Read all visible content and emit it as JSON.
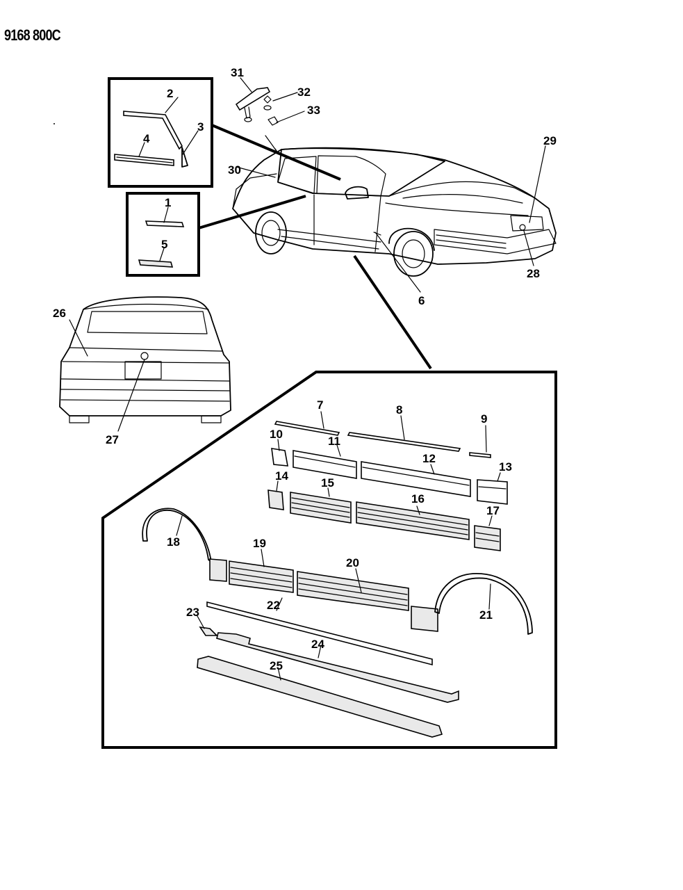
{
  "drawing": {
    "number": "9168 800C"
  },
  "callouts": {
    "1": "1",
    "2": "2",
    "3": "3",
    "4": "4",
    "5": "5",
    "6": "6",
    "7": "7",
    "8": "8",
    "9": "9",
    "10": "10",
    "11": "11",
    "12": "12",
    "13": "13",
    "14": "14",
    "15": "15",
    "16": "16",
    "17": "17",
    "18": "18",
    "19": "19",
    "20": "20",
    "21": "21",
    "22": "22",
    "23": "23",
    "24": "24",
    "25": "25",
    "26": "26",
    "27": "27",
    "28": "28",
    "29": "29",
    "30": "30",
    "31": "31",
    "32": "32",
    "33": "33"
  }
}
